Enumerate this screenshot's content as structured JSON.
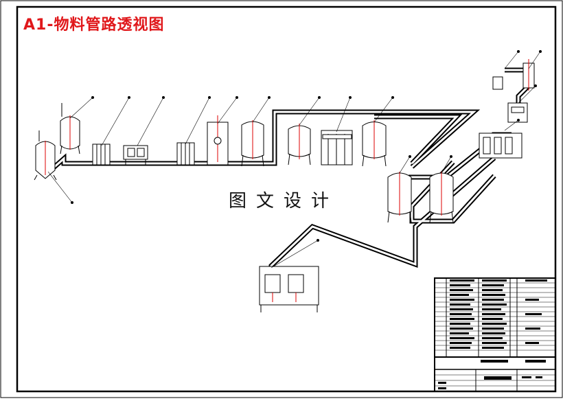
{
  "drawing": {
    "title": "A1-物料管路透视图",
    "watermark": "图文设计",
    "title_color": "#e0181b"
  },
  "equipment_icons": [
    "tank-icon",
    "filter-icon",
    "pump-station-icon",
    "vessel-icon",
    "filling-machine-icon",
    "control-cabinet-icon"
  ],
  "title_block": {
    "rows": 16,
    "columns": 5
  }
}
